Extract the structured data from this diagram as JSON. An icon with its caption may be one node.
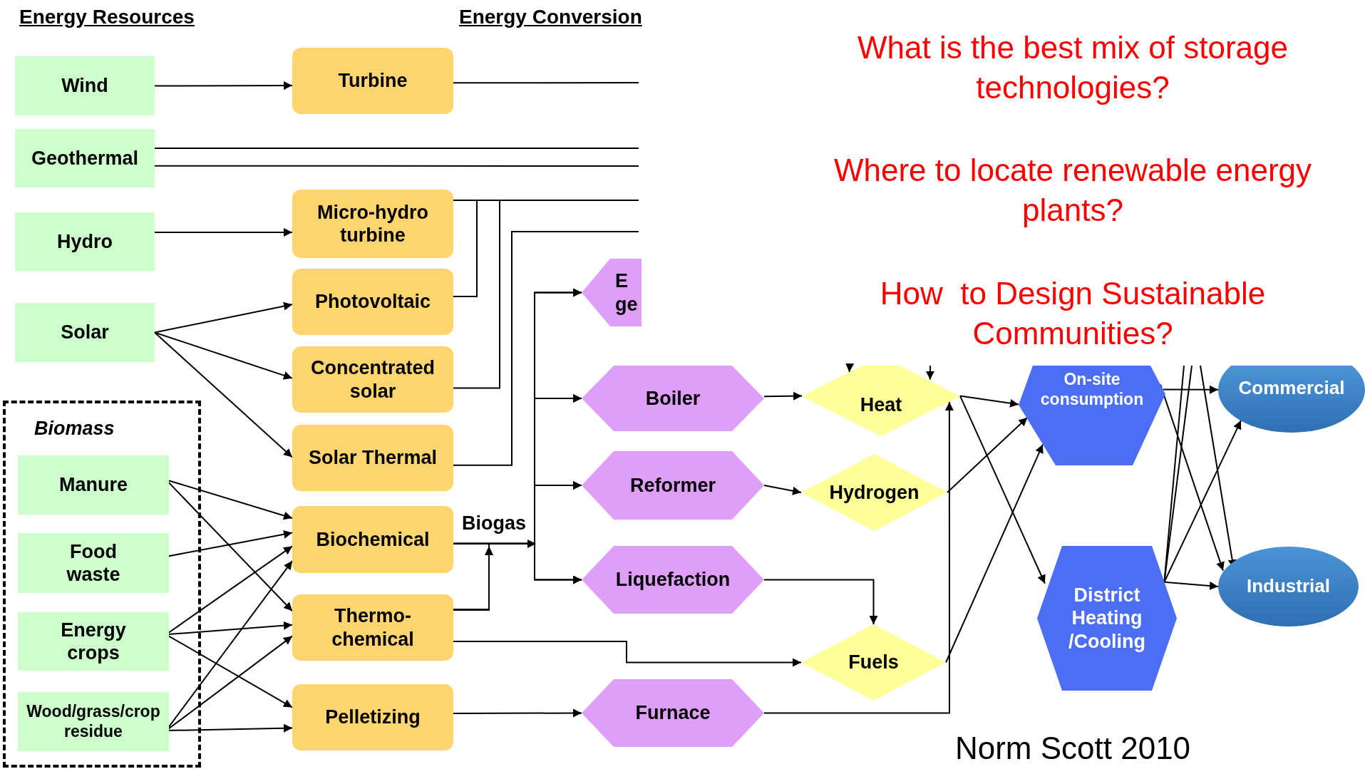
{
  "diagram": {
    "nodes": [
      {
        "text": [
          "Wind"
        ]
      },
      {
        "text": [
          "Geothermal"
        ]
      },
      {
        "text": [
          "Hydro"
        ]
      },
      {
        "text": [
          "Solar"
        ]
      },
      {
        "text": [
          "Biomass"
        ]
      },
      {
        "text": [
          "Manure"
        ],
        "in": 4
      },
      {
        "text": [
          "Food waste"
        ],
        "in": 4
      },
      {
        "text": [
          "Energy crops"
        ],
        "in": 4
      },
      {
        "text": [
          "Wood/grass/crop residue"
        ],
        "in": 4
      },
      {
        "text": [
          "Turbine"
        ]
      },
      {
        "text": [
          "Micro-hydro turbine"
        ]
      },
      {
        "text": [
          "Photovoltaic"
        ]
      },
      {
        "text": [
          "Concentrated solar"
        ]
      },
      {
        "text": [
          "Solar Thermal"
        ]
      },
      {
        "text": [
          "Biochemical"
        ]
      },
      {
        "text": [
          "Thermo- chemical"
        ]
      },
      {
        "text": [
          "Pelletizing"
        ]
      },
      {
        "text": [
          "E ge"
        ]
      },
      {
        "text": [
          "Boiler"
        ]
      },
      {
        "text": [
          "Reformer"
        ]
      },
      {
        "text": [
          "Liquefaction"
        ]
      },
      {
        "text": [
          "Furnace"
        ]
      },
      {
        "text": [
          "Heat"
        ]
      },
      {
        "text": [
          "Hydrogen"
        ]
      },
      {
        "text": [
          "Fuels"
        ]
      },
      {
        "text": [
          "On-site consumption"
        ]
      },
      {
        "text": [
          "District Heating /Cooling"
        ]
      },
      {
        "text": [
          "Commercial"
        ]
      },
      {
        "text": [
          "Industrial"
        ]
      }
    ],
    "edges": [
      {
        "from": 0,
        "to": 9,
        "arrow": "to"
      },
      {
        "from": 2,
        "to": 10,
        "arrow": "to"
      },
      {
        "from": 3,
        "to": 11,
        "arrow": "to"
      },
      {
        "from": 3,
        "to": 12,
        "arrow": "to"
      },
      {
        "from": 3,
        "to": 13,
        "arrow": "to"
      },
      {
        "from": 5,
        "to": 14,
        "arrow": "to"
      },
      {
        "from": 5,
        "to": 15,
        "arrow": "to"
      },
      {
        "from": 6,
        "to": 14,
        "arrow": "to"
      },
      {
        "from": 7,
        "to": 14,
        "arrow": "to"
      },
      {
        "from": 7,
        "to": 15,
        "arrow": "to"
      },
      {
        "from": 7,
        "to": 16,
        "arrow": "to"
      },
      {
        "from": 8,
        "to": 14,
        "arrow": "to"
      },
      {
        "from": 8,
        "to": 15,
        "arrow": "to"
      },
      {
        "from": 8,
        "to": 16,
        "arrow": "to"
      },
      {
        "from": 9,
        "to": null,
        "arrow": "none"
      },
      {
        "from": 1,
        "to": null,
        "arrow": "none"
      },
      {
        "from": 1,
        "to": null,
        "arrow": "none"
      },
      {
        "from": 10,
        "to": null,
        "arrow": "none"
      },
      {
        "from": 11,
        "to": null,
        "arrow": "none"
      },
      {
        "from": 12,
        "to": null,
        "arrow": "none"
      },
      {
        "from": 13,
        "to": null,
        "arrow": "none"
      },
      {
        "from": 14,
        "to": 17,
        "arrow": "to",
        "label": "Biogas"
      },
      {
        "from": 14,
        "to": 18,
        "arrow": "to"
      },
      {
        "from": 14,
        "to": 19,
        "arrow": "to"
      },
      {
        "from": 14,
        "to": 20,
        "arrow": "to"
      },
      {
        "from": 15,
        "to": 17,
        "arrow": "to"
      },
      {
        "from": 15,
        "to": 18,
        "arrow": "to"
      },
      {
        "from": 15,
        "to": 19,
        "arrow": "to"
      },
      {
        "from": 15,
        "to": 20,
        "arrow": "to"
      },
      {
        "from": 15,
        "to": 24,
        "arrow": "to"
      },
      {
        "from": 16,
        "to": 21,
        "arrow": "to"
      },
      {
        "from": 18,
        "to": 22,
        "arrow": "to"
      },
      {
        "from": 19,
        "to": 23,
        "arrow": "to"
      },
      {
        "from": 20,
        "to": 24,
        "arrow": "to"
      },
      {
        "from": 21,
        "to": 22,
        "arrow": "to"
      },
      {
        "from": null,
        "to": 22,
        "arrow": "to"
      },
      {
        "from": null,
        "to": 22,
        "arrow": "to"
      },
      {
        "from": 22,
        "to": 25,
        "arrow": "to"
      },
      {
        "from": 22,
        "to": 26,
        "arrow": "to"
      },
      {
        "from": 23,
        "to": 25,
        "arrow": "to"
      },
      {
        "from": 24,
        "to": 25,
        "arrow": "to"
      },
      {
        "from": 25,
        "to": 27,
        "arrow": "to"
      },
      {
        "from": 25,
        "to": 28,
        "arrow": "to"
      },
      {
        "from": 26,
        "to": 28,
        "arrow": "to"
      },
      {
        "from": 26,
        "to": 27,
        "arrow": "to"
      },
      {
        "from": 26,
        "to": null,
        "arrow": "none"
      },
      {
        "from": 26,
        "to": null,
        "arrow": "none"
      },
      {
        "from": null,
        "to": 28,
        "arrow": "to"
      }
    ],
    "labels": [
      "Energy Resources",
      "Energy Conversion",
      "What is the best mix of storage technologies?",
      "Where to locate renewable energy plants?",
      "How  to Design Sustainable Communities?",
      "Norm Scott 2010"
    ]
  }
}
